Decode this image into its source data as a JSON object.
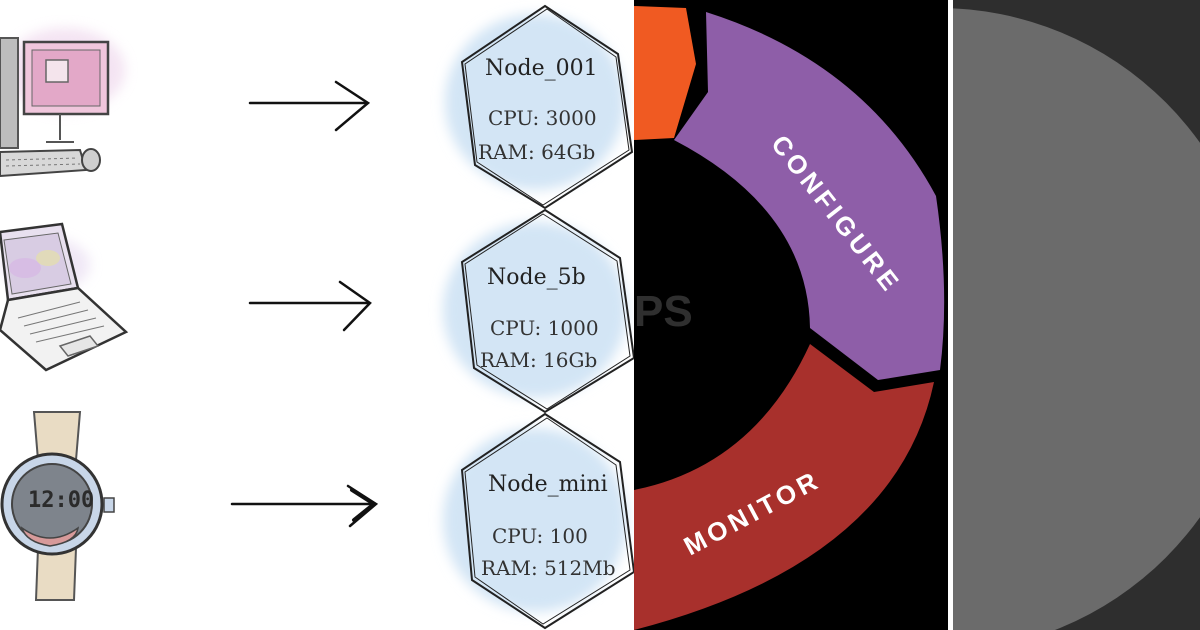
{
  "nodes": [
    {
      "name": "Node_001",
      "cpu": "CPU:  3000",
      "ram": "RAM:  64Gb",
      "device": "desktop-computer"
    },
    {
      "name": "Node_5b",
      "cpu": "CPU:  1000",
      "ram": "RAM:  16Gb",
      "device": "laptop"
    },
    {
      "name": "Node_mini",
      "cpu": "CPU:  100",
      "ram": "RAM: 512Mb",
      "device": "smartwatch"
    }
  ],
  "watch_time": "12:00",
  "cycle": {
    "segments": [
      {
        "label": "CONFIGURE",
        "color": "#8e5ea8"
      },
      {
        "label": "MONITOR",
        "color": "#a8302c"
      },
      {
        "label": "",
        "color": "#f05a22"
      }
    ],
    "center_partial_text": "PS"
  },
  "colors": {
    "hex_fill": "#d3e5f5",
    "dark_bg": "#000000",
    "right_bg": "#2e2e2e",
    "right_circle": "#6b6b6b"
  }
}
